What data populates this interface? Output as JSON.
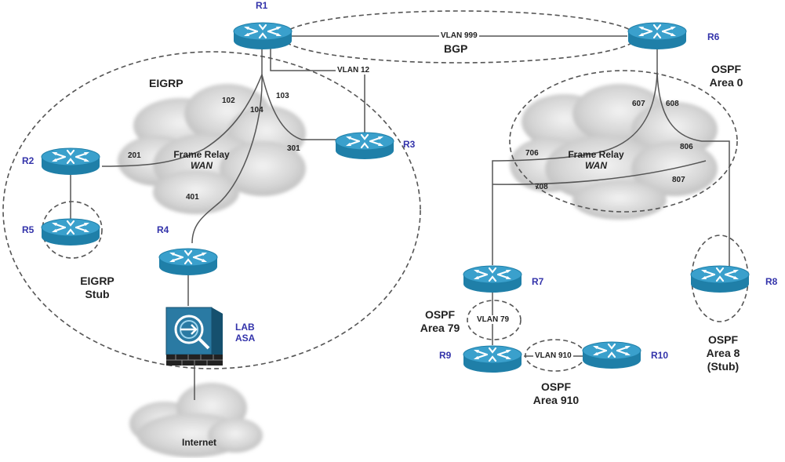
{
  "routers": {
    "r1": "R1",
    "r2": "R2",
    "r3": "R3",
    "r4": "R4",
    "r5": "R5",
    "r6": "R6",
    "r7": "R7",
    "r8": "R8",
    "r9": "R9",
    "r10": "R10"
  },
  "areas": {
    "eigrp": "EIGRP",
    "eigrp_stub_1": "EIGRP",
    "eigrp_stub_2": "Stub",
    "bgp": "BGP",
    "ospf_area0_1": "OSPF",
    "ospf_area0_2": "Area 0",
    "ospf_area79_1": "OSPF",
    "ospf_area79_2": "Area 79",
    "ospf_area910_1": "OSPF",
    "ospf_area910_2": "Area 910",
    "ospf_area8_1": "OSPF",
    "ospf_area8_2": "Area 8",
    "ospf_area8_3": "(Stub)"
  },
  "vlans": {
    "v999": "VLAN 999",
    "v12": "VLAN 12",
    "v79": "VLAN 79",
    "v910": "VLAN 910"
  },
  "dlci": {
    "d102": "102",
    "d103": "103",
    "d104": "104",
    "d201": "201",
    "d301": "301",
    "d401": "401",
    "d607": "607",
    "d608": "608",
    "d706": "706",
    "d708": "708",
    "d806": "806",
    "d807": "807"
  },
  "frame_relay": {
    "left_1": "Frame Relay",
    "left_2": "WAN",
    "right_1": "Frame Relay",
    "right_2": "WAN"
  },
  "asa": {
    "line1": "LAB",
    "line2": "ASA"
  },
  "internet": "Internet",
  "colors": {
    "router_top": "#3aa0cc",
    "router_side": "#1f7fa8",
    "router_name": "#3333aa",
    "asa_body": "#1f6f96",
    "cloud": "#d9d9d9",
    "dashed": "#555555"
  }
}
